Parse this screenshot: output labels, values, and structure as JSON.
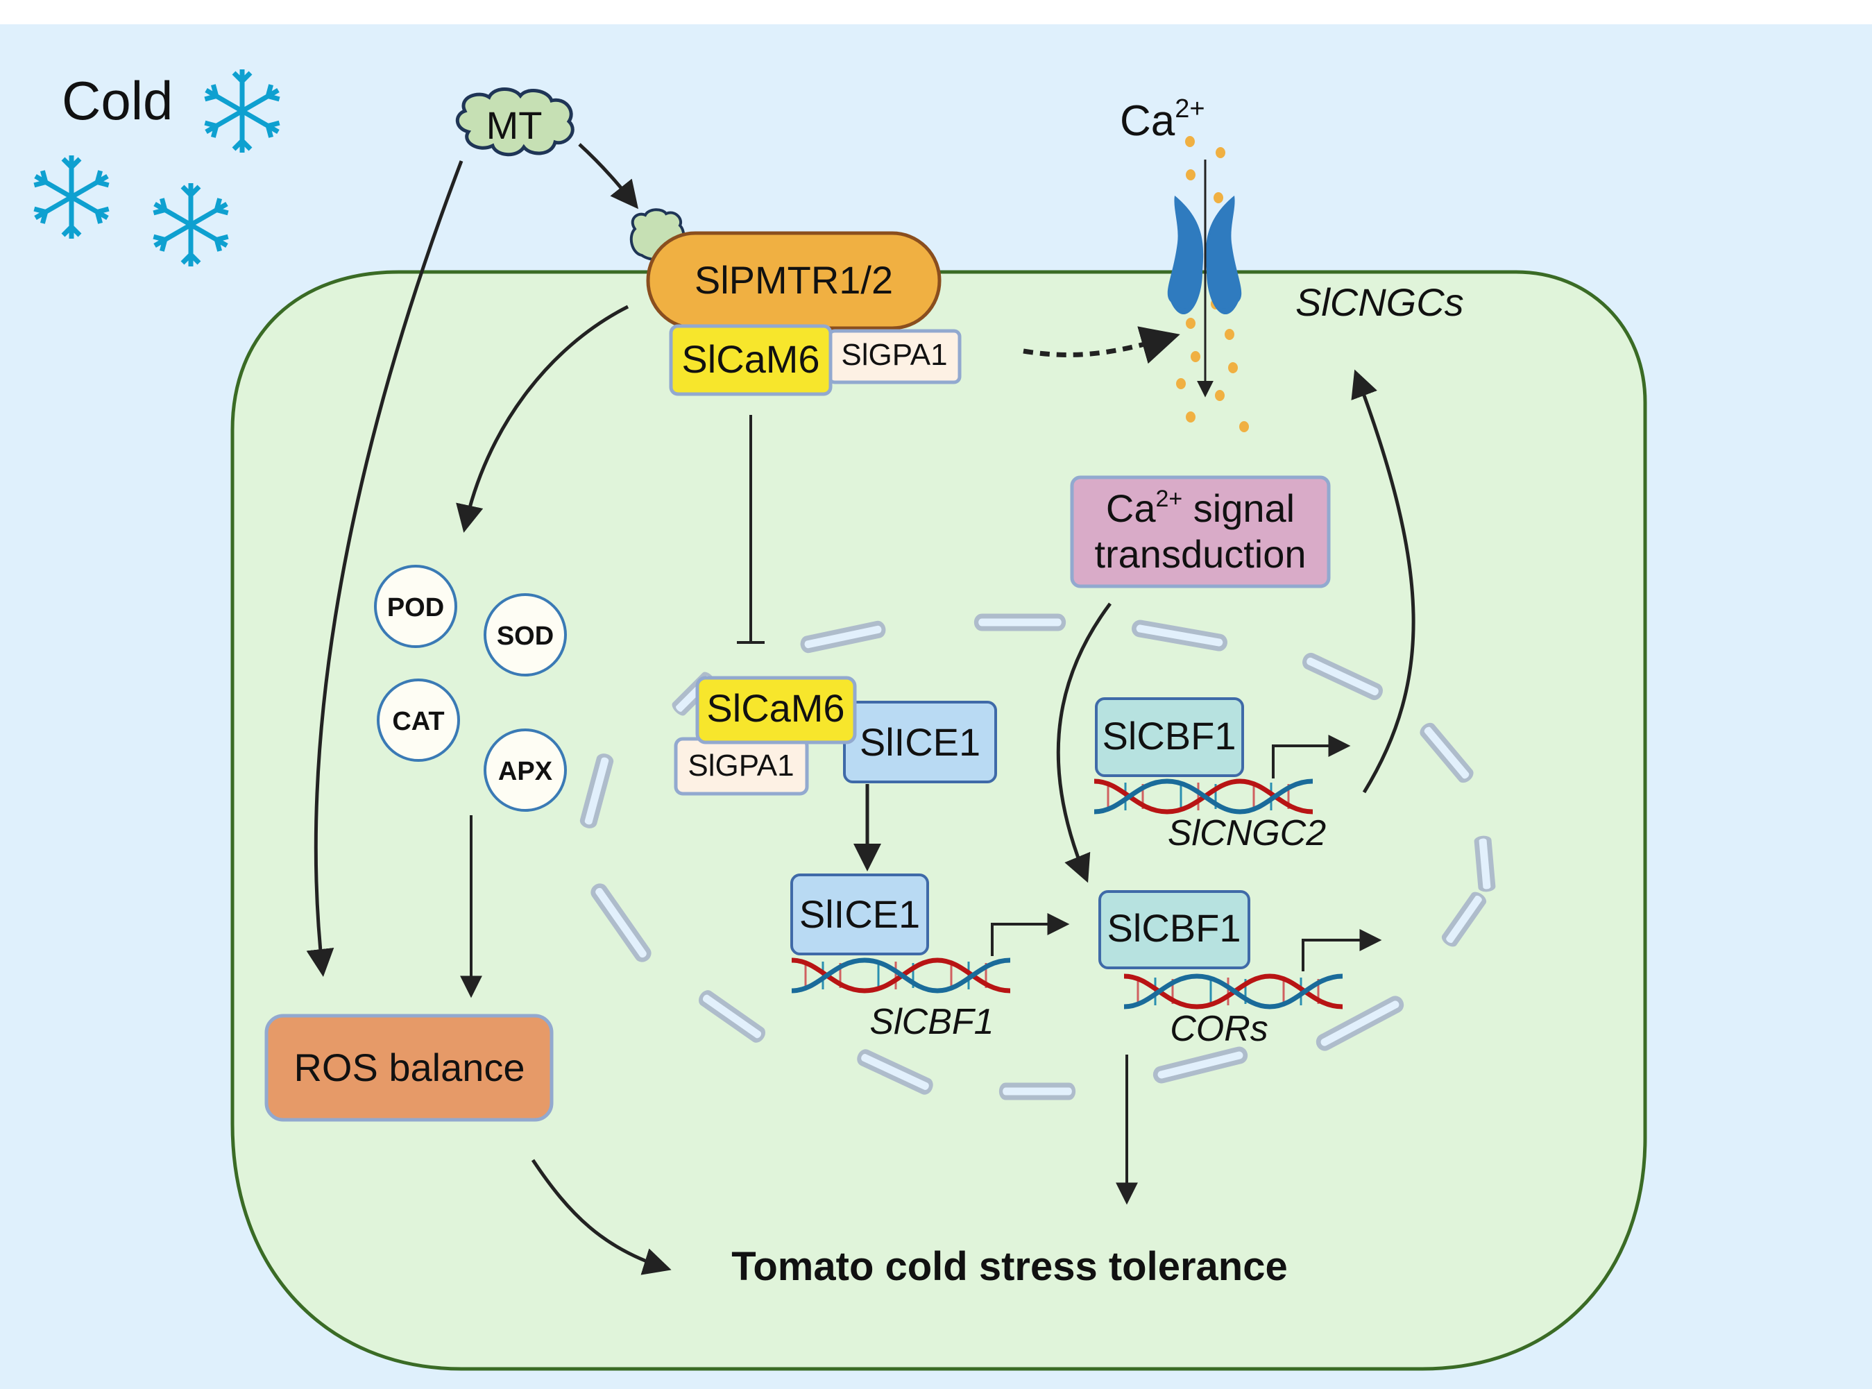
{
  "figure": {
    "environment_label": "Cold",
    "melatonin_label": "MT",
    "calcium_label": "Ca",
    "calcium_charge": "2+",
    "channel_label": "SlCNGCs",
    "receptor_label": "SlPMTR1/2",
    "membrane_complex": {
      "cam": "SlCaM6",
      "gpa": "SlGPA1"
    },
    "ca_signal": {
      "line1_prefix": "Ca",
      "line1_charge": "2+",
      "line1_suffix": " signal",
      "line2": "transduction"
    },
    "enzymes": [
      "POD",
      "SOD",
      "CAT",
      "APX"
    ],
    "ros_label": "ROS balance",
    "nuclear_complex": {
      "cam": "SlCaM6",
      "gpa": "SlGPA1",
      "ice": "SlICE1"
    },
    "ice_on_dna": "SlICE1",
    "gene_cbf1": "SlCBF1",
    "cbf_upper": "SlCBF1",
    "gene_cngc2": "SlCNGC2",
    "cbf_lower": "SlCBF1",
    "gene_cors": "CORs",
    "outcome": "Tomato cold stress tolerance"
  },
  "colors": {
    "background": "#dff0fc",
    "cell_fill": "#e0f4da",
    "cell_border": "#3a6b25",
    "receptor_fill": "#f0b042",
    "receptor_border": "#8a4e1e",
    "cam_fill": "#f7e62c",
    "gpa_fill": "#fdf1e4",
    "box_border": "#92a9cf",
    "ice_fill": "#b9daf3",
    "ice_border": "#3f6aa8",
    "cbf_fill": "#b7e2e0",
    "ca_signal_fill": "#d9abc8",
    "ros_fill": "#e69a68",
    "channel": "#2f7bbf",
    "calcium_dot": "#f0b042",
    "snowflake": "#0ea0d0",
    "enzyme_fill": "#fefdf4",
    "enzyme_border": "#3a7ab5",
    "mt_fill": "#c6e0b4",
    "mt_border": "#1f3556",
    "dna_red": "#b81414",
    "dna_blue": "#1a6b9a"
  }
}
